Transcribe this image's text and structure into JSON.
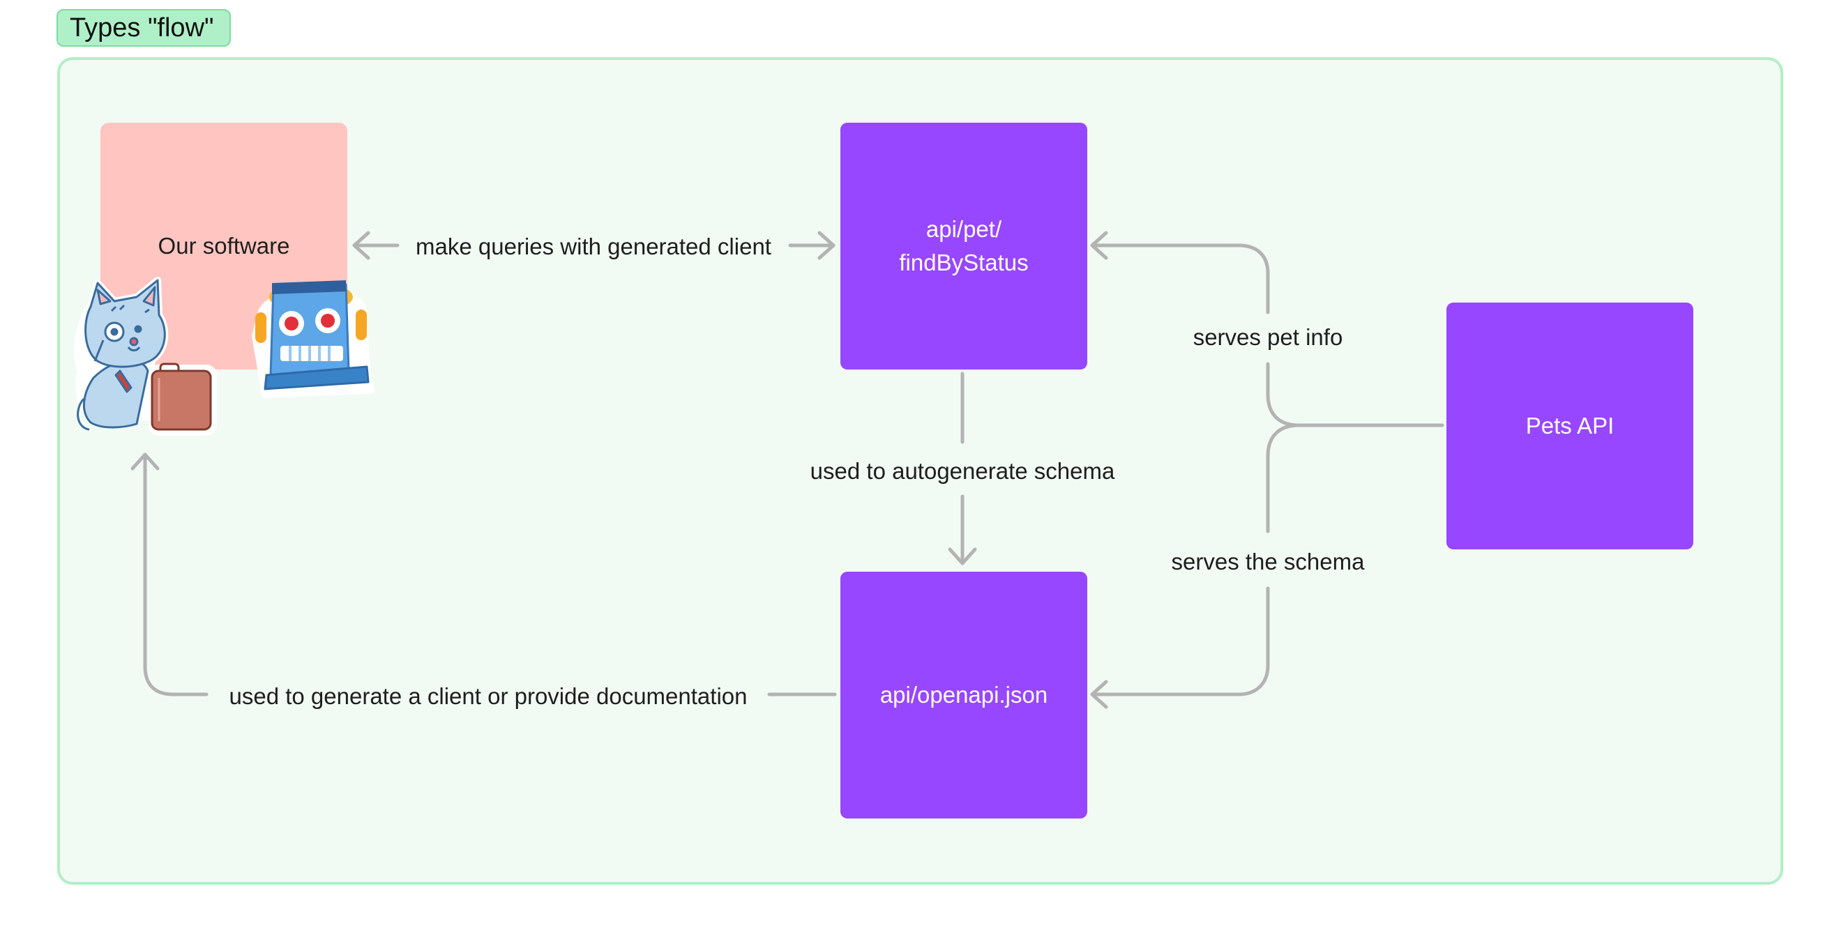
{
  "section": {
    "tag": "Types \"flow\""
  },
  "nodes": {
    "software": "Our software",
    "find_by_status": "api/pet/\nfindByStatus",
    "pets_api": "Pets API",
    "openapi": "api/openapi.json"
  },
  "edges": {
    "make_queries": "make queries with generated client",
    "autogenerate": "used to autogenerate schema",
    "serves_pet_info": "serves pet info",
    "serves_schema": "serves the schema",
    "generate_client": "used to generate a client or provide documentation"
  },
  "colors": {
    "section_tag_bg": "#b0f0c8",
    "frame_bg": "#f2faf4",
    "frame_border": "#b3eec6",
    "software_node": "#ffc6c1",
    "api_node": "#9747ff",
    "connector": "#b3b3b3"
  },
  "stickers": [
    "cat-with-briefcase-sticker",
    "robot-sticker"
  ]
}
